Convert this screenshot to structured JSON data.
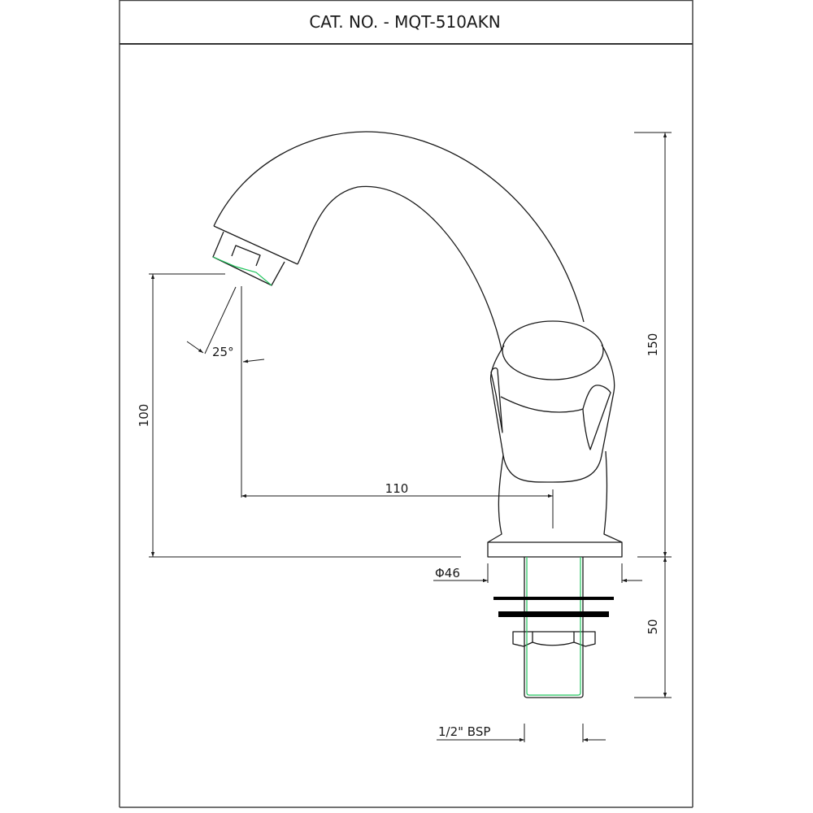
{
  "title": {
    "catalog_label": "CAT. NO. - MQT-510AKN"
  },
  "drawing": {
    "subject": "pillar tap / basin faucet side elevation",
    "line_color": "#1a1a1a",
    "accent_color": "#22c55e",
    "washer_color": "#000000"
  },
  "dimensions": {
    "overall_height": {
      "value": "150",
      "orientation": "vertical"
    },
    "shank_length": {
      "value": "50",
      "orientation": "vertical"
    },
    "outlet_height": {
      "value": "100",
      "orientation": "vertical"
    },
    "spout_reach": {
      "value": "110",
      "orientation": "horizontal"
    },
    "base_diameter": {
      "value": "Φ46",
      "orientation": "horizontal"
    },
    "thread_size": {
      "value": "1/2\" BSP",
      "orientation": "horizontal"
    },
    "spout_angle": {
      "value": "25°",
      "orientation": "angular"
    }
  }
}
